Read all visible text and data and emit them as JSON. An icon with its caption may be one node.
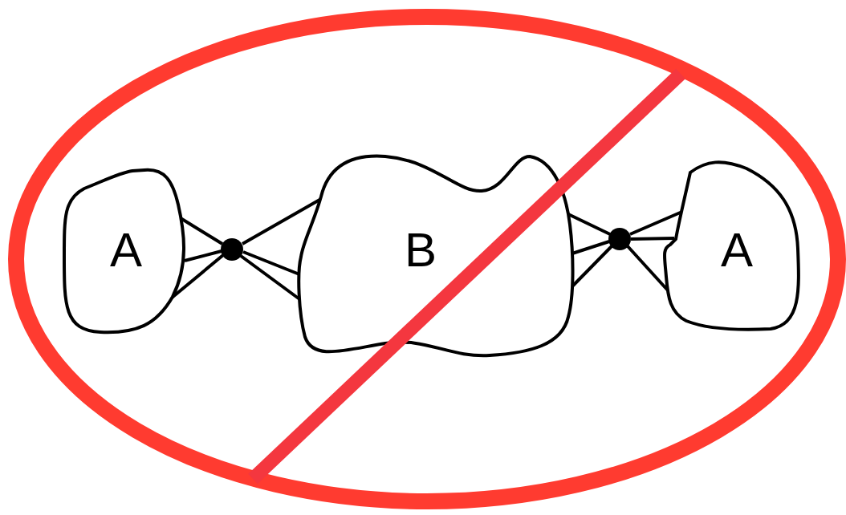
{
  "diagram": {
    "nodes": [
      {
        "text": [
          "A"
        ]
      },
      {
        "text": [],
        "shape": "circle"
      },
      {
        "text": [
          "B"
        ]
      },
      {
        "text": [],
        "shape": "circle"
      },
      {
        "text": [
          "A"
        ]
      }
    ],
    "edges": [
      {
        "from": 0,
        "to": 1,
        "arrow": "none"
      },
      {
        "from": 0,
        "to": 1,
        "arrow": "none"
      },
      {
        "from": 0,
        "to": 1,
        "arrow": "none"
      },
      {
        "from": 1,
        "to": 2,
        "arrow": "none"
      },
      {
        "from": 1,
        "to": 2,
        "arrow": "none"
      },
      {
        "from": 1,
        "to": 2,
        "arrow": "none"
      },
      {
        "from": 2,
        "to": 3,
        "arrow": "none"
      },
      {
        "from": 2,
        "to": 3,
        "arrow": "none"
      },
      {
        "from": 2,
        "to": 3,
        "arrow": "none"
      },
      {
        "from": 3,
        "to": 4,
        "arrow": "none"
      },
      {
        "from": 3,
        "to": 4,
        "arrow": "none"
      },
      {
        "from": 3,
        "to": 4,
        "arrow": "none"
      }
    ]
  }
}
